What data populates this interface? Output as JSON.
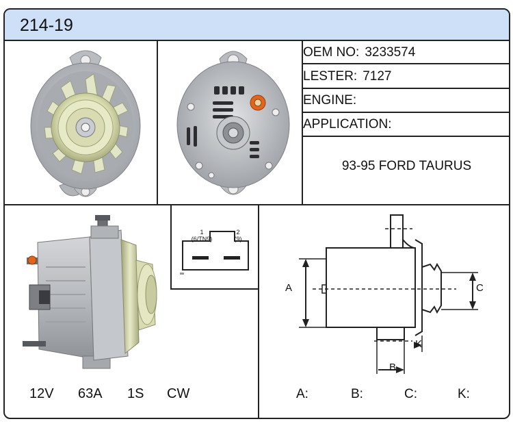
{
  "part_number": "214-19",
  "specs": {
    "oem_label": "OEM NO:",
    "oem_value": "3233574",
    "lester_label": "LESTER:",
    "lester_value": "7127",
    "engine_label": "ENGINE:",
    "engine_value": "",
    "application_label": "APPLICATION:",
    "application_value": "93-95 FORD TAURUS"
  },
  "electrical": {
    "voltage": "12V",
    "amperage": "63A",
    "config": "1S",
    "rotation": "CW"
  },
  "connector": {
    "pin1_number": "1",
    "pin1_label": "(6/TN9)",
    "pin2_number": "2",
    "pin2_label": "(9)"
  },
  "dimensions": {
    "diagram_labels": [
      "A",
      "B",
      "C",
      "K"
    ],
    "values_row": [
      {
        "label": "A:",
        "value": ""
      },
      {
        "label": "B:",
        "value": ""
      },
      {
        "label": "C:",
        "value": ""
      },
      {
        "label": "K:",
        "value": ""
      }
    ]
  }
}
